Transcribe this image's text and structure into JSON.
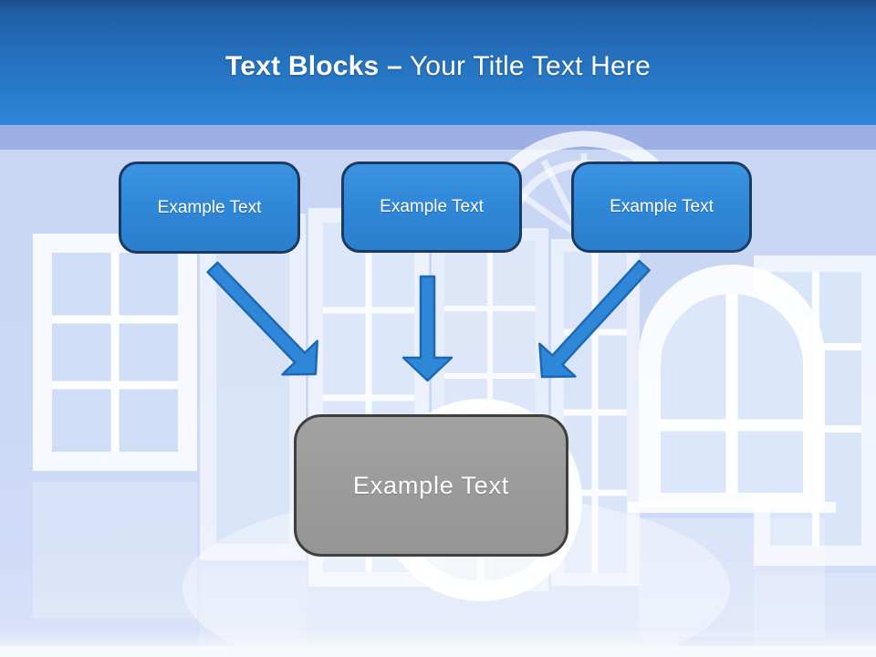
{
  "slide": {
    "header": {
      "title_bold": "Text Blocks –",
      "title_regular": " Your Title Text Here"
    },
    "text_blocks": [
      {
        "label": "Example Text"
      },
      {
        "label": "Example Text"
      },
      {
        "label": "Example Text"
      }
    ],
    "result_block": {
      "label": "Example Text"
    },
    "colors": {
      "header_gradient_top": "#1b4c87",
      "header_gradient_bottom": "#2e86d8",
      "band": "#9cb0e5",
      "content_background": "#c9d6f2",
      "block_fill": "#2f86d7",
      "block_border": "#1b3a63",
      "arrow_fill": "#2f87d8",
      "arrow_border": "#1d68b6",
      "result_fill": "#9a9a9a",
      "result_border": "#3f3f3f",
      "text": "#ffffff"
    }
  }
}
